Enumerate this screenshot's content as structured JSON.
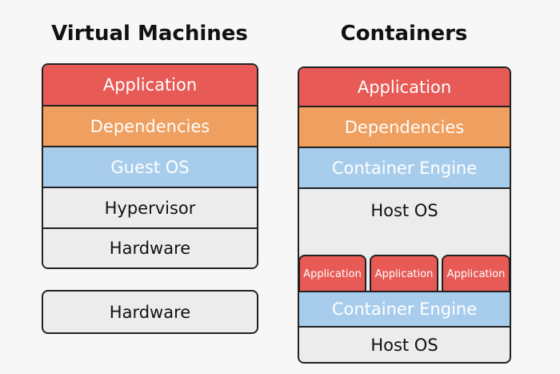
{
  "vm": {
    "title": "Virtual Machines",
    "layers": [
      "Application",
      "Dependencies",
      "Guest OS",
      "Hypervisor",
      "Hardware"
    ],
    "separate_hardware": "Hardware"
  },
  "containers": {
    "title": "Containers",
    "top_layers": [
      "Application",
      "Dependencies",
      "Container Engine",
      "Host OS"
    ],
    "apps": [
      "Application",
      "Application",
      "Application"
    ],
    "engine": "Container Engine",
    "host": "Host OS"
  },
  "colors": {
    "application": "#e75a55",
    "dependencies": "#ef9f5f",
    "engine_guest": "#a8cdec",
    "neutral": "#ececec",
    "border": "#222222",
    "background": "#f7f7f7"
  }
}
